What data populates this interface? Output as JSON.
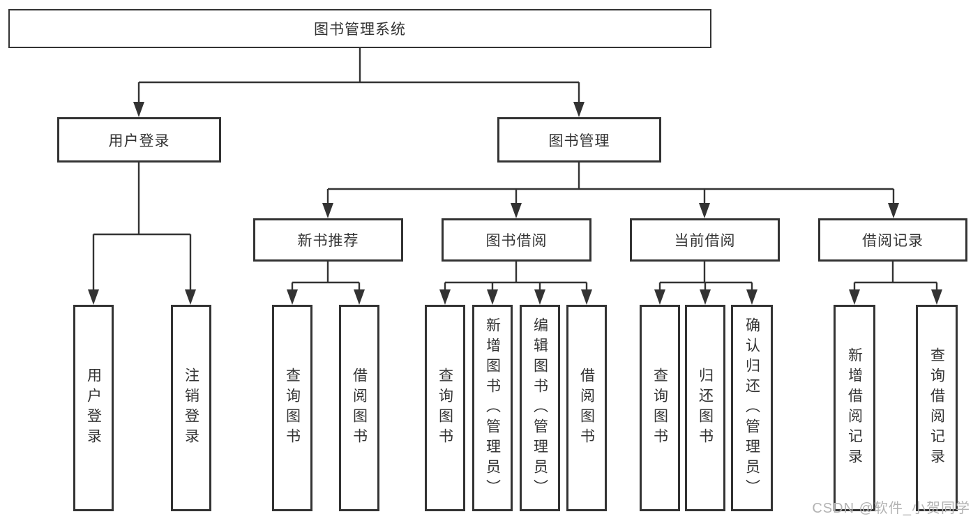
{
  "tree": {
    "root": "图书管理系统",
    "user_login": {
      "label": "用户登录",
      "children": [
        "用户登录",
        "注销登录"
      ]
    },
    "book_mgmt": {
      "label": "图书管理",
      "groups": [
        {
          "label": "新书推荐",
          "children": [
            "查询图书",
            "借阅图书"
          ]
        },
        {
          "label": "图书借阅",
          "children": [
            "查询图书",
            "新增图书（管理员）",
            "编辑图书（管理员）",
            "借阅图书"
          ]
        },
        {
          "label": "当前借阅",
          "children": [
            "查询图书",
            "归还图书",
            "确认归还（管理员）"
          ]
        },
        {
          "label": "借阅记录",
          "children": [
            "新增借阅记录",
            "查询借阅记录"
          ]
        }
      ]
    }
  },
  "watermark": "CSDN @软件_小贺同学",
  "colors": {
    "line": "#333333",
    "box_border": "#333333",
    "text": "#333333",
    "watermark": "#b3b3b3",
    "background": "#ffffff"
  }
}
